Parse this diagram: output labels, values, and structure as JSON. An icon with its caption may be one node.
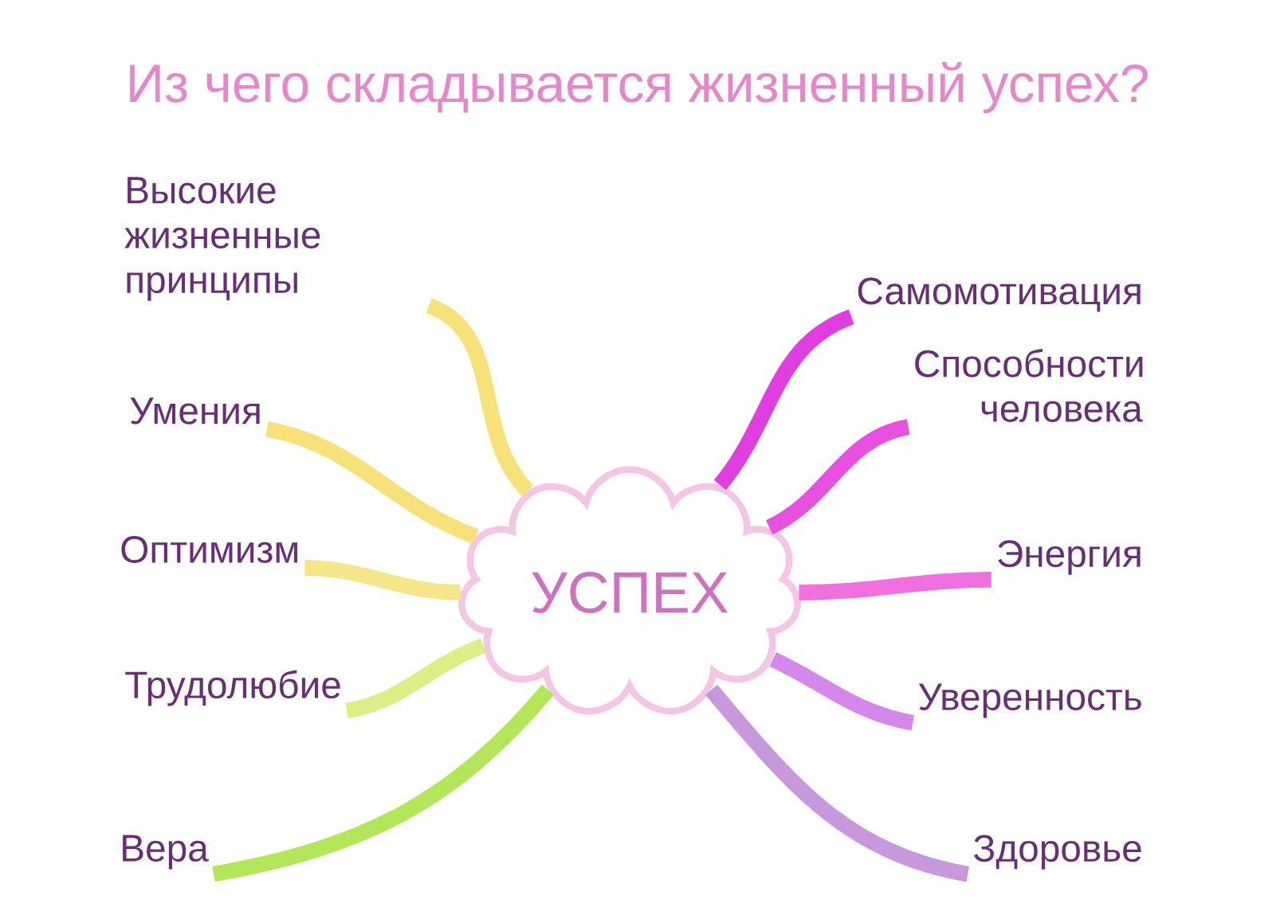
{
  "diagram": {
    "title": "Из чего складывается жизненный успех?",
    "nodes": [
      {
        "text": [
          "УСПЕХ"
        ]
      },
      {
        "text": [
          "Высокие жизненные принципы"
        ]
      },
      {
        "text": [
          "Умения"
        ]
      },
      {
        "text": [
          "Оптимизм"
        ]
      },
      {
        "text": [
          "Трудолюбие"
        ]
      },
      {
        "text": [
          "Вера"
        ]
      },
      {
        "text": [
          "Самомотивация"
        ]
      },
      {
        "text": [
          "Способности человека"
        ]
      },
      {
        "text": [
          "Энергия"
        ]
      },
      {
        "text": [
          "Уверенность"
        ]
      },
      {
        "text": [
          "Здоровье"
        ]
      }
    ],
    "edges": [
      {
        "from": 0,
        "to": 1,
        "arrow": "none",
        "color": "#f7e27a"
      },
      {
        "from": 0,
        "to": 2,
        "arrow": "none",
        "color": "#f7e27a"
      },
      {
        "from": 0,
        "to": 3,
        "arrow": "none",
        "color": "#f5e68a"
      },
      {
        "from": 0,
        "to": 4,
        "arrow": "none",
        "color": "#dcef86"
      },
      {
        "from": 0,
        "to": 5,
        "arrow": "none",
        "color": "#b4e65a"
      },
      {
        "from": 0,
        "to": 6,
        "arrow": "none",
        "color": "#e03ee0"
      },
      {
        "from": 0,
        "to": 7,
        "arrow": "none",
        "color": "#e850e0"
      },
      {
        "from": 0,
        "to": 8,
        "arrow": "none",
        "color": "#f070e0"
      },
      {
        "from": 0,
        "to": 9,
        "arrow": "none",
        "color": "#d488ea"
      },
      {
        "from": 0,
        "to": 10,
        "arrow": "none",
        "color": "#c898dc"
      }
    ]
  }
}
